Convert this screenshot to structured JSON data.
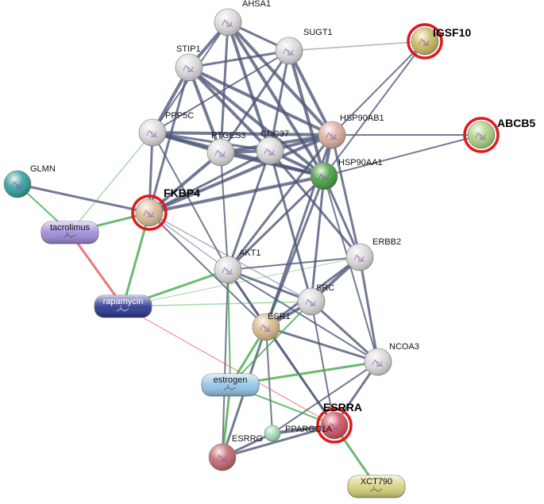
{
  "proteins": [
    {
      "id": "AHSA1",
      "label": "AHSA1",
      "color": "#d9d9d9",
      "highlight": false
    },
    {
      "id": "SUGT1",
      "label": "SUGT1",
      "color": "#d9d9d9",
      "highlight": false
    },
    {
      "id": "STIP1",
      "label": "STIP1",
      "color": "#d9d9d9",
      "highlight": false
    },
    {
      "id": "IGSF10",
      "label": "IGSF10",
      "color": "#c8b75a",
      "highlight": true
    },
    {
      "id": "PPP5C",
      "label": "PPP5C",
      "color": "#d9d9d9",
      "highlight": false
    },
    {
      "id": "PTGES3",
      "label": "PTGES3",
      "color": "#d9d9d9",
      "highlight": false
    },
    {
      "id": "CDC37",
      "label": "CDC37",
      "color": "#d9d9d9",
      "highlight": false
    },
    {
      "id": "HSP90AB1",
      "label": "HSP90AB1",
      "color": "#d9a99a",
      "highlight": false
    },
    {
      "id": "ABCB5",
      "label": "ABCB5",
      "color": "#a8d07a",
      "highlight": true
    },
    {
      "id": "HSP90AA1",
      "label": "HSP90AA1",
      "color": "#3f9a3a",
      "highlight": false
    },
    {
      "id": "GLMN",
      "label": "GLMN",
      "color": "#2a9a9a",
      "highlight": false
    },
    {
      "id": "FKBP4",
      "label": "FKBP4",
      "color": "#d9b896",
      "highlight": true
    },
    {
      "id": "ERBB2",
      "label": "ERBB2",
      "color": "#d9d9d9",
      "highlight": false
    },
    {
      "id": "AKT1",
      "label": "AKT1",
      "color": "#d9d9d9",
      "highlight": false
    },
    {
      "id": "SRC",
      "label": "SRC",
      "color": "#d9d9d9",
      "highlight": false
    },
    {
      "id": "ESR1",
      "label": "ESR1",
      "color": "#d6b887",
      "highlight": false
    },
    {
      "id": "NCOA3",
      "label": "NCOA3",
      "color": "#d9d9d9",
      "highlight": false
    },
    {
      "id": "ESRRA",
      "label": "ESRRA",
      "color": "#d04a5a",
      "highlight": true
    },
    {
      "id": "PPARGC1A",
      "label": "PPARGC1A",
      "color": "#9bdcb0",
      "highlight": false
    },
    {
      "id": "ESRRG",
      "label": "ESRRG",
      "color": "#c0606a",
      "highlight": false
    }
  ],
  "chemicals": [
    {
      "id": "tacrolimus",
      "label": "tacrolimus",
      "color": "#9d86d8",
      "light_text": false
    },
    {
      "id": "rapamycin",
      "label": "rapamycin",
      "color": "#27338f",
      "light_text": true
    },
    {
      "id": "estrogen",
      "label": "estrogen",
      "color": "#8ec3e6",
      "light_text": false
    },
    {
      "id": "XCT790",
      "label": "XCT790",
      "color": "#d6cf78",
      "light_text": false
    }
  ],
  "edge_colors": {
    "protein_protein": "#4b5576",
    "chemical_protein": "#3fa845",
    "chemical_chemical": "#e84a4a"
  },
  "highlight_ring_color": "#e01a1a"
}
